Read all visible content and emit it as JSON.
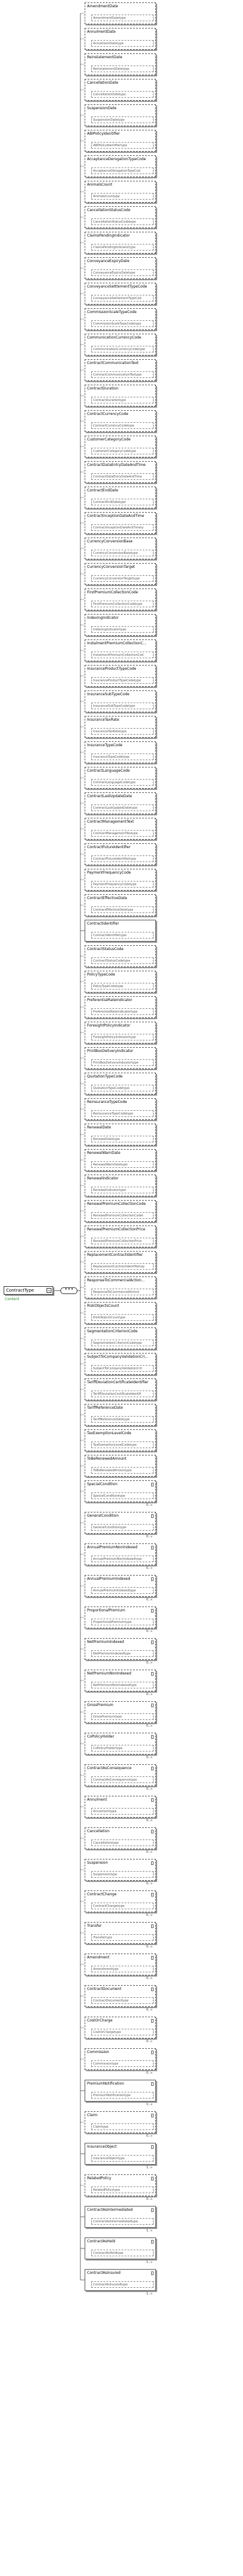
{
  "root": {
    "name": "ContractType",
    "note": "Content"
  },
  "elements": [
    {
      "name": "AmendmentDate",
      "type": "AmendmentDatetype",
      "optional": true
    },
    {
      "name": "AnnulmentDate",
      "type": "AnnulmentDatetype",
      "optional": true
    },
    {
      "name": "ReinstatementDate",
      "type": "ReinstatementDatetype",
      "optional": true
    },
    {
      "name": "CancellationDate",
      "type": "CancellationDatetype",
      "optional": true
    },
    {
      "name": "SuspensionDate",
      "type": "SuspensionDatetype",
      "optional": true
    },
    {
      "name": "ABIPolicyIdentifier",
      "type": "ABIPolicyIdentifiertype",
      "optional": true
    },
    {
      "name": "AcceptanceDerogationTypeCode",
      "type": "AcceptanceDerogationTypeCod",
      "optional": true
    },
    {
      "name": "AnimalsCount",
      "type": "AnimalsCountype",
      "optional": true
    },
    {
      "name": "CancellationStatusCode",
      "type": "CancellationStatusCodetype",
      "optional": true
    },
    {
      "name": "ClaimsPendingIndicator",
      "type": "ClaimsPendingIndicatortype",
      "optional": true
    },
    {
      "name": "ConveyanceExpiryDate",
      "type": "ConveyanceExpiryDatetype",
      "optional": true
    },
    {
      "name": "ConveyanceSettlementTypeCode",
      "type": "ConveyanceSettlementTypeCod",
      "optional": true
    },
    {
      "name": "CommissionScaleTypeCode",
      "type": "CommissionScaleTypeCodetype",
      "optional": true
    },
    {
      "name": "CommunicationCurrencyCode",
      "type": "CommunicationCurrencyCodetype",
      "optional": true
    },
    {
      "name": "ContractCommunicationText",
      "type": "ContractCommunicationTextype",
      "optional": true
    },
    {
      "name": "ContractDuration",
      "type": "ContractDurationtype",
      "optional": true
    },
    {
      "name": "ContractCurrencyCode",
      "type": "ContractCurrencyCodetype",
      "optional": true
    },
    {
      "name": "CustomerCategoryCode",
      "type": "CustomerCategoryCodetype",
      "optional": true
    },
    {
      "name": "ContractDataEntryDateAndTime",
      "type": "ContractDataEntryDateAndTime",
      "optional": true
    },
    {
      "name": "ContractEndDate",
      "type": "ContractEndDatetype",
      "optional": true
    },
    {
      "name": "ContractInceptionDateAndTime",
      "type": "ContractInceptionDateAndTimety",
      "optional": true
    },
    {
      "name": "CurrencyConversionBase",
      "type": "CurrencyConversionBasetype",
      "optional": true
    },
    {
      "name": "CurrencyConversionTarget",
      "type": "CurrencyConversionTargettype",
      "optional": true
    },
    {
      "name": "FirstPremiumCollectionCode",
      "type": "FirstPremiumCollectionCodetype",
      "optional": true
    },
    {
      "name": "IndexingIndicator",
      "type": "IndexingIndicatortype",
      "optional": true
    },
    {
      "name": "InstalmentPremiumCollectionC...",
      "type": "InstalmentPremiumCollectionCod",
      "optional": true
    },
    {
      "name": "InsuranceProductTypeCode",
      "type": "InsuranceProductTypeCodetype",
      "optional": true
    },
    {
      "name": "InsuranceSubTypeCode",
      "type": "InsuranceSubTypeCodetype",
      "optional": true
    },
    {
      "name": "InsuranceTaxRate",
      "type": "InsuranceTaxRatetype",
      "optional": true
    },
    {
      "name": "InsuranceTypeCode",
      "type": "InsuranceTypeCodetype",
      "optional": true
    },
    {
      "name": "ContractLanguageCode",
      "type": "ContractLanguageCodetype",
      "optional": true
    },
    {
      "name": "ContractLastUpdateDate",
      "type": "ContractLastUpdateDatetype",
      "optional": true
    },
    {
      "name": "ContractManagementText",
      "type": "ContractManagementTextype",
      "optional": true
    },
    {
      "name": "ContractFutureIdentifier",
      "type": "ContractFutureIdentifiertype",
      "optional": true
    },
    {
      "name": "PaymentFrequencyCode",
      "type": "PaymentFrequencyCodetype",
      "optional": true
    },
    {
      "name": "ContractEffectiveDate",
      "type": "ContractEffectiveDatetype",
      "optional": true
    },
    {
      "name": "ContractIdentifier",
      "type": "ContractIdentifiertype",
      "optional": false
    },
    {
      "name": "ContractStatusCode",
      "type": "ContractStatusCodetype",
      "optional": true
    },
    {
      "name": "PolicyTypeCode",
      "type": "PolicyTypeCodetype",
      "optional": true
    },
    {
      "name": "PreferentialRateIndicator",
      "type": "PreferentialRateIndicatortype",
      "optional": true
    },
    {
      "name": "ForesightPolicyIndicator",
      "type": "ForesightPolicyIndicatortype",
      "optional": true
    },
    {
      "name": "PrintBoxDeliveryIndicator",
      "type": "PrintBoxDeliveryIndicatortype",
      "optional": true
    },
    {
      "name": "QuotationTypeCode",
      "type": "QuotationTypeCodetype",
      "optional": true
    },
    {
      "name": "ReinsuranceTypeCode",
      "type": "ReinsuranceTypeCodetype",
      "optional": true
    },
    {
      "name": "RenewalDate",
      "type": "RenewalDatetype",
      "optional": true
    },
    {
      "name": "RenewalWarnDate",
      "type": "RenewalWarnDatetype",
      "optional": true
    },
    {
      "name": "RenewalIndicator",
      "type": "RenewalIndicatortype",
      "optional": true
    },
    {
      "name": "RenewalPremiumCollectionCode",
      "type": "RenewalPremiumCollectionCodet",
      "optional": true
    },
    {
      "name": "RenewalPremiumCollectionPrice",
      "type": "RenewalPremiumCollectionPrice",
      "optional": true
    },
    {
      "name": "ReplacementContractIdentifier",
      "type": "ReplacementContractIdentifiertyp",
      "optional": true
    },
    {
      "name": "ResponseToCommercialAction...",
      "type": "ResponseToCommercialActionI",
      "optional": true
    },
    {
      "name": "RiskObjectsCount",
      "type": "RiskObjectsCountype",
      "optional": true
    },
    {
      "name": "SegmentationCriterionCode",
      "type": "SegmentationCriterionCodetype",
      "optional": true
    },
    {
      "name": "SubjectToCompanyValidationCri...",
      "type": "SubjectToCompanyValidationCrit",
      "optional": true
    },
    {
      "name": "TariffDeviationCertificateIdentifier",
      "type": "TariffDeviationCertificateIdentifi",
      "optional": true
    },
    {
      "name": "TariffReferenceDate",
      "type": "TariffReferenceDatetype",
      "optional": true
    },
    {
      "name": "TaxExemptionLevelCode",
      "type": "TaxExemptionLevelCodetype",
      "optional": true
    },
    {
      "name": "ToBeRenewedAmount",
      "type": "ToBeRenewedAmountype",
      "optional": true
    },
    {
      "name": "SpecialCondition",
      "type": "SpecialConditiontype",
      "optional": true,
      "repeat": true,
      "mult": "0..∞"
    },
    {
      "name": "GeneralCondition",
      "type": "GeneralConditiontype",
      "optional": true,
      "repeat": true,
      "mult": "0..∞"
    },
    {
      "name": "AnnualPremiumNonIndexed",
      "type": "AnnualPremiumNonIndexedtype",
      "optional": true,
      "repeat": true,
      "mult": "0..∞"
    },
    {
      "name": "AnnualPremiumIndexed",
      "type": "AnnualPremiumIndexedtype",
      "optional": true,
      "repeat": true,
      "mult": "0..∞"
    },
    {
      "name": "ProportionalPremium",
      "type": "ProportionalPremiumtype",
      "optional": true,
      "repeat": true,
      "mult": "0..∞"
    },
    {
      "name": "NetPremiumIndexed",
      "type": "NetPremiumIndexedtype",
      "optional": true,
      "repeat": true,
      "mult": "0..∞"
    },
    {
      "name": "NetPremiumNonIndexed",
      "type": "NetPremiumNonIndexedtype",
      "optional": true,
      "repeat": true,
      "mult": "0..∞"
    },
    {
      "name": "GrossPremium",
      "type": "GrossPremiumtype",
      "optional": true,
      "repeat": true,
      "mult": "0..∞"
    },
    {
      "name": "CoPolicyHolder",
      "type": "CoPolicyHoldertype",
      "optional": true,
      "repeat": true,
      "mult": "0..∞"
    },
    {
      "name": "ContractAsConsequence",
      "type": "ContractAsConsequencetype",
      "optional": true,
      "repeat": true,
      "mult": "0..∞"
    },
    {
      "name": "Annulment",
      "type": "Annulmenttype",
      "optional": true,
      "repeat": true,
      "mult": "0..∞"
    },
    {
      "name": "Cancellation",
      "type": "Cancellationtype",
      "optional": true,
      "repeat": true,
      "mult": "0..∞"
    },
    {
      "name": "Suspension",
      "type": "Suspensiontype",
      "optional": true,
      "repeat": true,
      "mult": "0..∞"
    },
    {
      "name": "ContractChange",
      "type": "ContractChangetype",
      "optional": true,
      "repeat": true,
      "mult": "0..∞"
    },
    {
      "name": "Transfer",
      "type": "Transfertype",
      "optional": true,
      "repeat": true,
      "mult": "0..∞"
    },
    {
      "name": "Amendment",
      "type": "Amendmenttype",
      "optional": true,
      "repeat": true,
      "mult": "0..∞"
    },
    {
      "name": "ContractDocument",
      "type": "ContractDocumenttype",
      "optional": true,
      "repeat": true,
      "mult": "0..∞"
    },
    {
      "name": "CostOrCharge",
      "type": "CostOrChargetype",
      "optional": true,
      "repeat": true,
      "mult": "0..∞"
    },
    {
      "name": "Commission",
      "type": "Commissiontype",
      "optional": true,
      "repeat": true,
      "mult": "0..∞"
    },
    {
      "name": "PremiumNotification",
      "type": "PremiumNotificationtype",
      "optional": false,
      "repeat": true,
      "mult": "1..∞"
    },
    {
      "name": "Claim",
      "type": "Claimtype",
      "optional": true,
      "repeat": true,
      "mult": "0..∞"
    },
    {
      "name": "InsuranceObject",
      "type": "InsuranceObjecttype",
      "optional": false,
      "repeat": true,
      "mult": "1..∞"
    },
    {
      "name": "RelatedPolicy",
      "type": "RelatedPolicytype",
      "optional": true,
      "repeat": true,
      "mult": "0..∞"
    },
    {
      "name": "ContractAsIntermediated",
      "type": "ContractAsIntermediatedtype",
      "optional": false,
      "repeat": true,
      "mult": "1..∞"
    },
    {
      "name": "ContractAsHeld",
      "type": "ContractAsHeldtype",
      "optional": false,
      "repeat": true,
      "mult": "1..∞"
    },
    {
      "name": "ContractAsInsured",
      "type": "ContractAsInsuredtype",
      "optional": false,
      "repeat": true,
      "mult": "1..∞"
    }
  ]
}
